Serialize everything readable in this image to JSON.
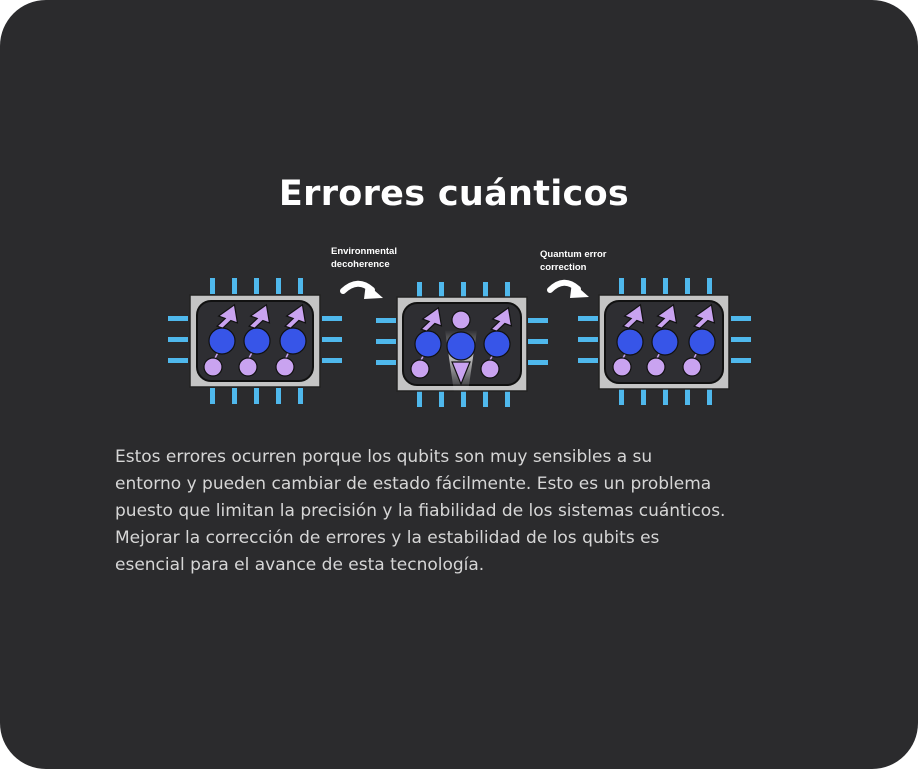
{
  "title": "Errores cuánticos",
  "diagram": {
    "label_1": [
      "Environmental",
      "decoherence"
    ],
    "label_2": [
      "Quantum error",
      "correction"
    ],
    "colors": {
      "pins": "#4fb8ec",
      "chip_frame": "#c4c4c4",
      "chip_core": "#2e2e32",
      "qubit": "#3755e8",
      "qubit_small": "#c9a3f0",
      "arrow": "#c9a3f0"
    }
  },
  "paragraph": " Estos errores ocurren porque los qubits son muy sensibles a su\nentorno y pueden cambiar de estado fácilmente. Esto es un problema\npuesto que limitan la precisión y la fiabilidad de los sistemas cuánticos.\nMejorar la corrección de errores y la estabilidad de los qubits es\nesencial para el avance de esta tecnología."
}
